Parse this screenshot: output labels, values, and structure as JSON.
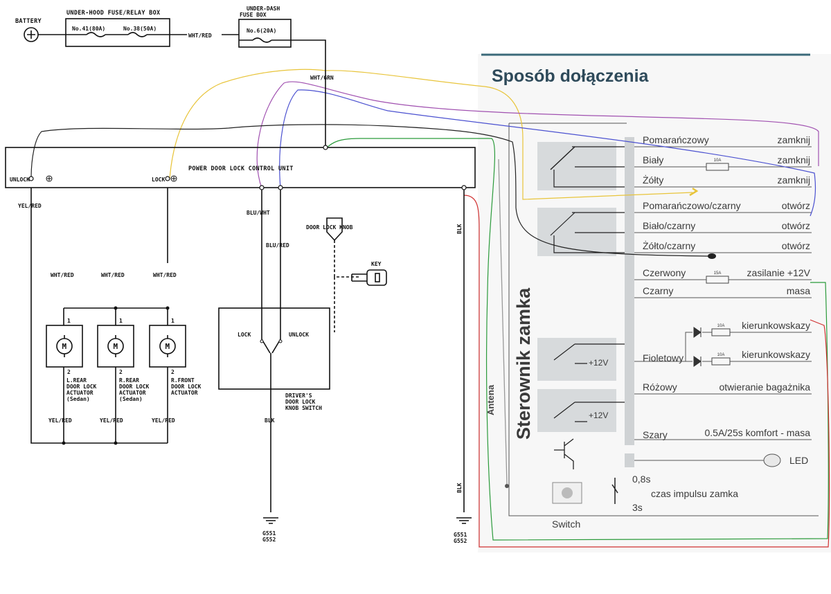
{
  "schematic": {
    "battery": "BATTERY",
    "underhood_box": "UNDER-HOOD FUSE/RELAY BOX",
    "fuse41": "No.41(80A)",
    "fuse38": "No.38(50A)",
    "wht_red_top": "WHT/RED",
    "underdash_box_line1": "UNDER-DASH",
    "underdash_box_line2": "FUSE BOX",
    "fuse6": "No.6(20A)",
    "wht_grn": "WHT/GRN",
    "control_unit": "POWER DOOR LOCK CONTROL UNIT",
    "unlock_term": "UNLOCK",
    "lock_term": "LOCK",
    "yel_red_left": "YEL/RED",
    "blu_wht": "BLU/WHT",
    "blu_red": "BLU/RED",
    "blk_right": "BLK",
    "door_lock_knob": "DOOR LOCK KNOB",
    "key": "KEY",
    "wht_red_1": "WHT/RED",
    "wht_red_2": "WHT/RED",
    "wht_red_3": "WHT/RED",
    "pin1": "1",
    "pin2": "2",
    "motor": "M",
    "act_lrear": [
      "L.REAR",
      "DOOR LOCK",
      "ACTUATOR",
      "(Sedan)"
    ],
    "act_rrear": [
      "R.REAR",
      "DOOR LOCK",
      "ACTUATOR",
      "(Sedan)"
    ],
    "act_rfront": [
      "R.FRONT",
      "DOOR LOCK",
      "ACTUATOR"
    ],
    "yel_red_1": "YEL/RED",
    "yel_red_2": "YEL/RED",
    "yel_red_3": "YEL/RED",
    "sw_lock": "LOCK",
    "sw_unlock": "UNLOCK",
    "driver_switch": [
      "DRIVER'S",
      "DOOR LOCK",
      "KNOB SWITCH"
    ],
    "blk_mid": "BLK",
    "blk_right_low": "BLK",
    "ground_a": [
      "G551",
      "G552"
    ],
    "ground_b": [
      "G551",
      "G552"
    ]
  },
  "module": {
    "title": "Sposób dołączenia",
    "vertical_label": "Sterownik zamka",
    "antenna": "Antena",
    "wires": [
      {
        "left": "Pomarańczowy",
        "right": "zamknij"
      },
      {
        "left": "Biały",
        "right": "zamknij",
        "fuse": "10A"
      },
      {
        "left": "Żółty",
        "right": "zamknij"
      },
      {
        "left": "Pomarańczowo/czarny",
        "right": "otwórz"
      },
      {
        "left": "Biało/czarny",
        "right": "otwórz"
      },
      {
        "left": "Żółto/czarny",
        "right": "otwórz"
      },
      {
        "left": "Czerwony",
        "right": "zasilanie +12V",
        "fuse": "15A"
      },
      {
        "left": "Czarny",
        "right": "masa"
      },
      {
        "left": "",
        "right": "kierunkowskazy",
        "fuse": "10A"
      },
      {
        "left": "Fioletowy",
        "right": "kierunkowskazy",
        "fuse": "10A"
      },
      {
        "left": "Różowy",
        "right": "otwieranie bagażnika"
      },
      {
        "left": "Szary",
        "right": "0.5A/25s komfort - masa"
      }
    ],
    "relay_12v_a": "+12V",
    "relay_12v_b": "+12V",
    "led": "LED",
    "time_a": "0,8s",
    "time_b": "3s",
    "pulse": "czas impulsu zamka",
    "switch": "Switch"
  },
  "colors": {
    "ink": "#111111",
    "panel": "#e2e4e6",
    "yellow": "#e8c43a",
    "purple": "#a050b0",
    "blue": "#4a50d0",
    "green": "#2a9a3a",
    "red": "#d03030"
  }
}
